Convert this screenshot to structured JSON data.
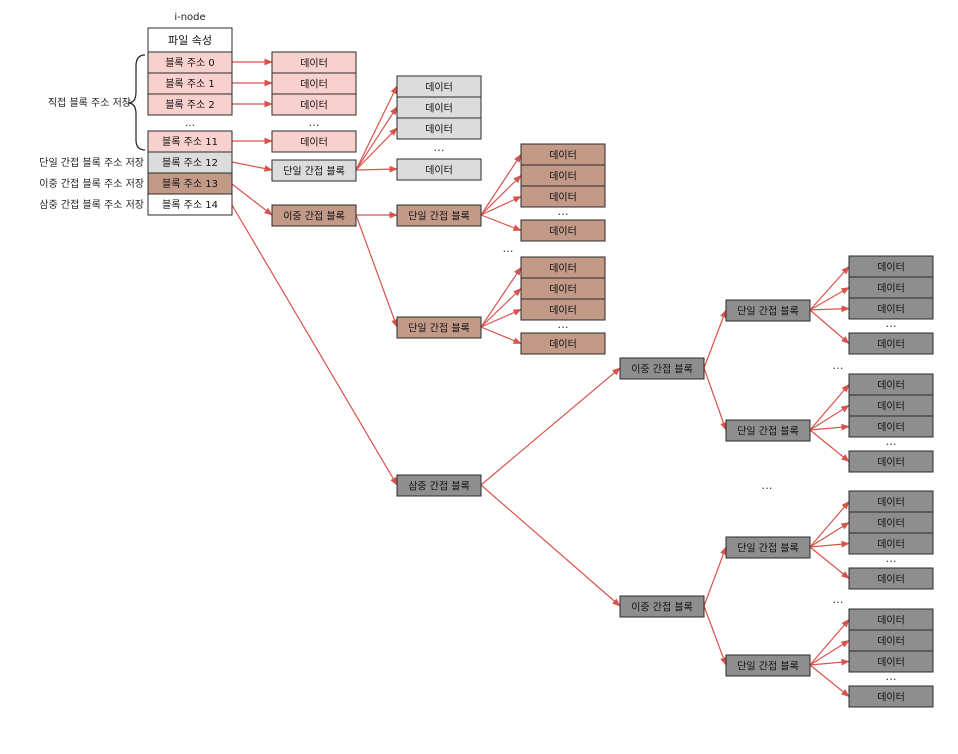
{
  "inode": {
    "title": "i-node",
    "rows": [
      "파일 속성",
      "블록 주소 0",
      "블록 주소 1",
      "블록 주소 2",
      "…",
      "블록 주소 11",
      "블록 주소 12",
      "블록 주소 13",
      "블록 주소 14"
    ]
  },
  "side_labels": {
    "direct": "직접 블록 주소 저장",
    "single": "단일 간접 블록 주소 저장",
    "double": "이중 간접 블록 주소 저장",
    "triple": "삼중 간접 블록 주소 저장"
  },
  "labels": {
    "data": "데이터",
    "single": "단일 간접 블록",
    "double": "이중 간접 블록",
    "triple": "삼중 간접 블록",
    "ellipsis": "…"
  },
  "colors": {
    "pink": "#f8d1cf",
    "gray_light": "#dcdcdc",
    "brown": "#c39a88",
    "dark": "#8e8e8e",
    "white": "#ffffff",
    "arrow": "#d9534b",
    "stroke": "#2b2b2b"
  }
}
